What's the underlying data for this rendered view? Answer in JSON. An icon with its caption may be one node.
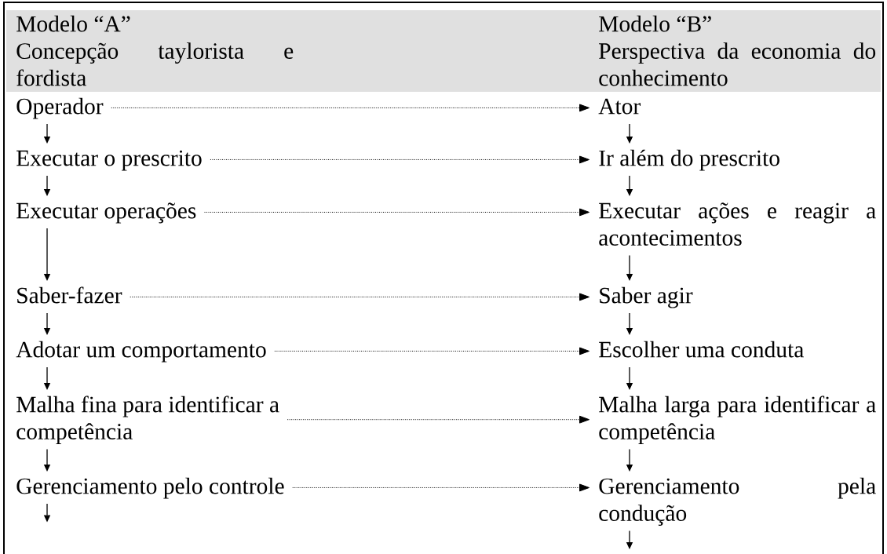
{
  "diagram": {
    "nodes": [
      {
        "text": [
          "Operador"
        ]
      },
      {
        "text": [
          "Executar o prescrito"
        ]
      },
      {
        "text": [
          "Executar operações"
        ]
      },
      {
        "text": [
          "Saber-fazer"
        ]
      },
      {
        "text": [
          "Adotar um comportamento"
        ]
      },
      {
        "text": [
          "Malha fina para identificar a competência"
        ]
      },
      {
        "text": [
          "Gerenciamento pelo controle"
        ]
      },
      {
        "text": [
          "Ator"
        ]
      },
      {
        "text": [
          "Ir além do prescrito"
        ]
      },
      {
        "text": [
          "Executar ações e reagir a acontecimentos"
        ]
      },
      {
        "text": [
          "Saber agir"
        ]
      },
      {
        "text": [
          "Escolher uma conduta"
        ]
      },
      {
        "text": [
          "Malha larga para identificar a competência"
        ]
      },
      {
        "text": [
          "Gerenciamento pela condução"
        ]
      }
    ],
    "edges": [
      {
        "from": 0,
        "to": 1,
        "arrow": "to"
      },
      {
        "from": 1,
        "to": 2,
        "arrow": "to"
      },
      {
        "from": 2,
        "to": 3,
        "arrow": "to"
      },
      {
        "from": 3,
        "to": 4,
        "arrow": "to"
      },
      {
        "from": 4,
        "to": 5,
        "arrow": "to"
      },
      {
        "from": 5,
        "to": 6,
        "arrow": "to"
      },
      {
        "from": 6,
        "to": null,
        "arrow": "to"
      },
      {
        "from": 7,
        "to": 8,
        "arrow": "to"
      },
      {
        "from": 8,
        "to": 9,
        "arrow": "to"
      },
      {
        "from": 9,
        "to": 10,
        "arrow": "to"
      },
      {
        "from": 10,
        "to": 11,
        "arrow": "to"
      },
      {
        "from": 11,
        "to": 12,
        "arrow": "to"
      },
      {
        "from": 12,
        "to": 13,
        "arrow": "to"
      },
      {
        "from": 13,
        "to": null,
        "arrow": "to"
      },
      {
        "from": 0,
        "to": 7,
        "arrow": "to",
        "style": "dashed"
      },
      {
        "from": 1,
        "to": 8,
        "arrow": "to",
        "style": "dashed"
      },
      {
        "from": 2,
        "to": 9,
        "arrow": "to",
        "style": "dashed"
      },
      {
        "from": 3,
        "to": 10,
        "arrow": "to",
        "style": "dashed"
      },
      {
        "from": 4,
        "to": 11,
        "arrow": "to",
        "style": "dashed"
      },
      {
        "from": 5,
        "to": 12,
        "arrow": "to",
        "style": "dashed"
      },
      {
        "from": 6,
        "to": 13,
        "arrow": "to",
        "style": "dashed"
      }
    ],
    "labels": [
      "Modelo “A”",
      "Concepção taylorista e fordista",
      "Modelo “B”",
      "Perspectiva da economia do conhecimento"
    ]
  }
}
